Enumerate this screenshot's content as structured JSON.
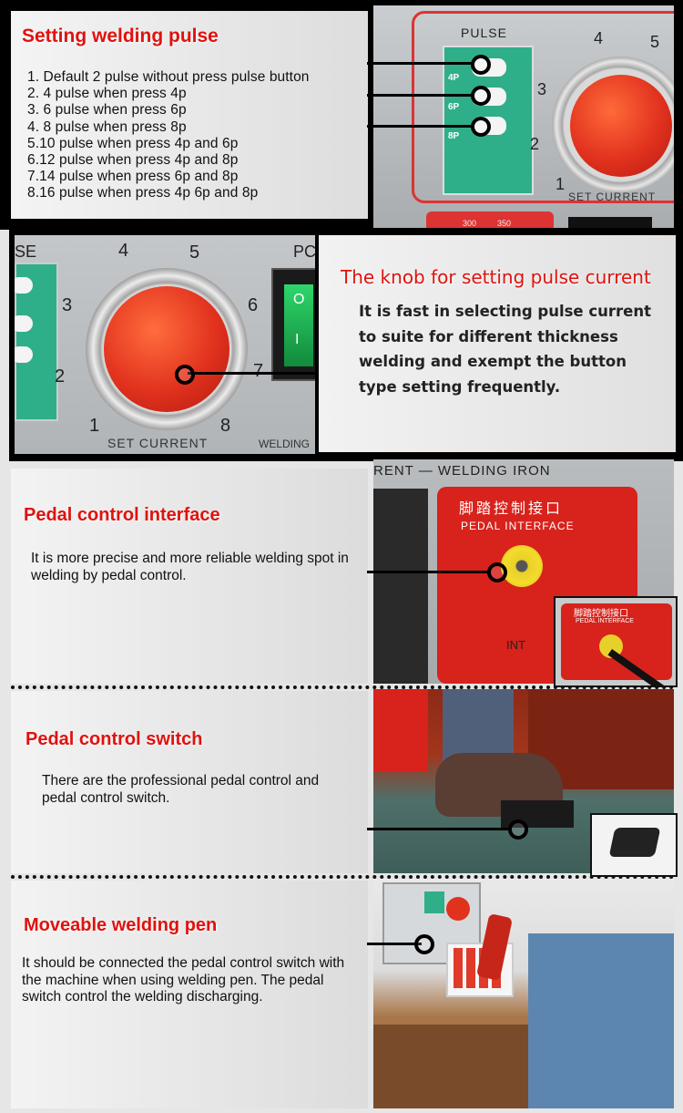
{
  "section1": {
    "title": "Setting welding pulse",
    "items": [
      "1. Default 2 pulse without press pulse button",
      "2. 4 pulse when press 4p",
      "3. 6 pulse when press 6p",
      "4. 8 pulse when press 8p",
      "5.10 pulse when press 4p and 6p",
      "6.12 pulse when press 4p and 8p",
      "7.14 pulse when press 6p and 8p",
      "8.16 pulse when press 4p 6p and 8p"
    ],
    "panel_label": "PULSE",
    "buttons": [
      "4P",
      "6P",
      "8P"
    ],
    "dial_numbers": [
      "1",
      "2",
      "3",
      "4",
      "5"
    ],
    "set_current": "SET CURRENT",
    "bottom_scale": [
      "300",
      "350"
    ]
  },
  "section2": {
    "title": "The knob for setting pulse current",
    "description": "It is fast in selecting  pulse current to suite for different thickness welding and exempt the button type setting frequently.",
    "dial_numbers": [
      "1",
      "2",
      "3",
      "4",
      "5",
      "6",
      "7",
      "8"
    ],
    "set_current": "SET CURRENT",
    "welding": "WELDING",
    "corner_left": "SE",
    "corner_right": "PC",
    "switch_marks": [
      "O",
      "I"
    ]
  },
  "section3": {
    "title": "Pedal  control  interface",
    "description": "It is more precise   and more reliable welding spot in welding by pedal control.",
    "photo_top_label": "RENT — WELDING  IRON",
    "photo_label_cn": "脚踏控制接口",
    "photo_label_en": "PEDAL INTERFACE",
    "photo_label_int": "INT",
    "inset_label_cn": "脚踏控制接口",
    "inset_label_en": "PEDAL INTERFACE"
  },
  "section4": {
    "title": "Pedal control switch",
    "description": "There are the professional pedal control and pedal control switch."
  },
  "section5": {
    "title": "Moveable  welding  pen",
    "description": "It should be connected the pedal control switch with the machine when using welding pen. The pedal switch control the welding discharging."
  },
  "colors": {
    "title_red": "#e0120e",
    "panel_red": "#d8221c",
    "pulse_green": "#2fae8a",
    "knob_red": "#e1321e"
  }
}
